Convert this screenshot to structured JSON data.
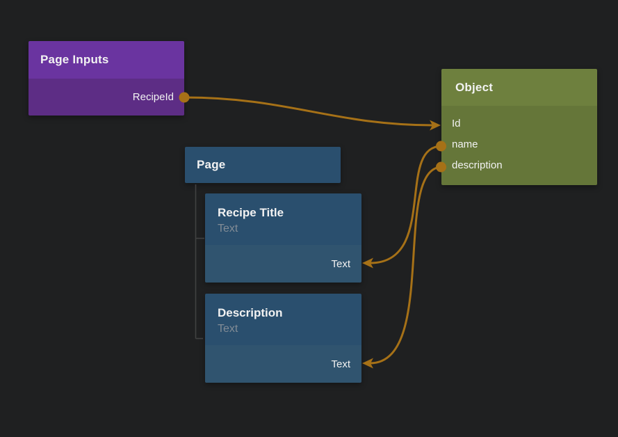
{
  "editor": {
    "background": "#1f2021",
    "wire_color": "#a67117",
    "tree_line_color": "#414141"
  },
  "nodes": {
    "page_inputs": {
      "title": "Page Inputs",
      "header_color": "#6a34a0",
      "body_color": "#5d2d85",
      "outputs": [
        {
          "label": "RecipeId"
        }
      ]
    },
    "object": {
      "title": "Object",
      "header_color": "#6e803e",
      "body_color": "#657639",
      "fields": [
        {
          "label": "Id"
        },
        {
          "label": "name"
        },
        {
          "label": "description"
        }
      ]
    },
    "page": {
      "title": "Page",
      "header_color": "#2a4f6e"
    },
    "recipe_title": {
      "title": "Recipe Title",
      "subtitle": "Text",
      "body_color": "#2a4f6e",
      "port_section_color": "#30546f",
      "inputs": [
        {
          "label": "Text"
        }
      ]
    },
    "description": {
      "title": "Description",
      "subtitle": "Text",
      "body_color": "#2a4f6e",
      "port_section_color": "#30546f",
      "inputs": [
        {
          "label": "Text"
        }
      ]
    }
  },
  "connections": [
    {
      "from": "Page Inputs.RecipeId",
      "to": "Object.Id"
    },
    {
      "from": "Object.name",
      "to": "Recipe Title.Text"
    },
    {
      "from": "Object.description",
      "to": "Description.Text"
    }
  ]
}
